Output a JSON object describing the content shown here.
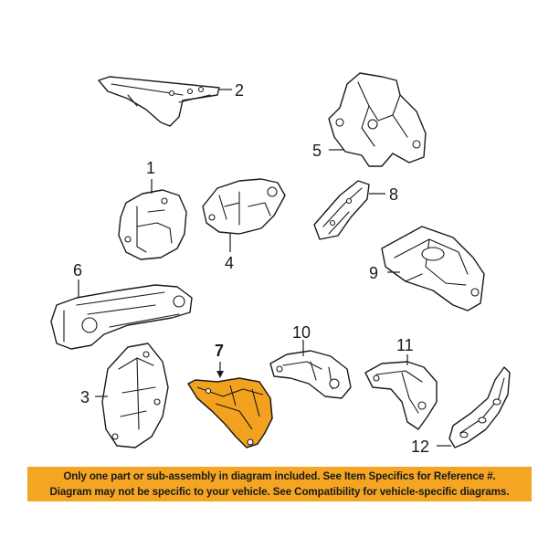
{
  "callouts": [
    {
      "id": "1",
      "label": "1"
    },
    {
      "id": "2",
      "label": "2"
    },
    {
      "id": "3",
      "label": "3"
    },
    {
      "id": "4",
      "label": "4"
    },
    {
      "id": "5",
      "label": "5"
    },
    {
      "id": "6",
      "label": "6"
    },
    {
      "id": "7",
      "label": "7"
    },
    {
      "id": "8",
      "label": "8"
    },
    {
      "id": "9",
      "label": "9"
    },
    {
      "id": "10",
      "label": "10"
    },
    {
      "id": "11",
      "label": "11"
    },
    {
      "id": "12",
      "label": "12"
    }
  ],
  "highlighted_part": "7",
  "colors": {
    "highlight": "#f2a21e",
    "notice_background": "#f4a523",
    "line": "#1a1a1a"
  },
  "notice": {
    "line1": "Only one part or sub-assembly in diagram included. See Item Specifics for Reference #.",
    "line2": "Diagram may not be specific to your vehicle. See Compatibility for vehicle-specific diagrams."
  }
}
